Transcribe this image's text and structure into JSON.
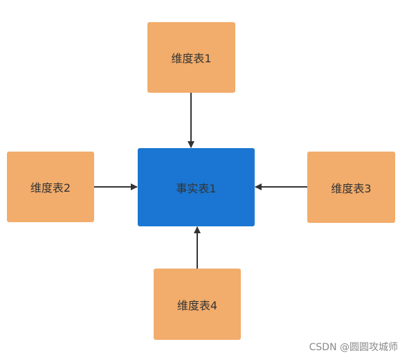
{
  "diagram": {
    "fact_table": "事实表1",
    "dimension_tables": [
      "维度表1",
      "维度表2",
      "维度表3",
      "维度表4"
    ]
  },
  "colors": {
    "dimension_fill": "#f2ac6b",
    "fact_fill": "#1a76d2",
    "edge": "#333333"
  },
  "watermark": "CSDN @圆圆攻城师"
}
